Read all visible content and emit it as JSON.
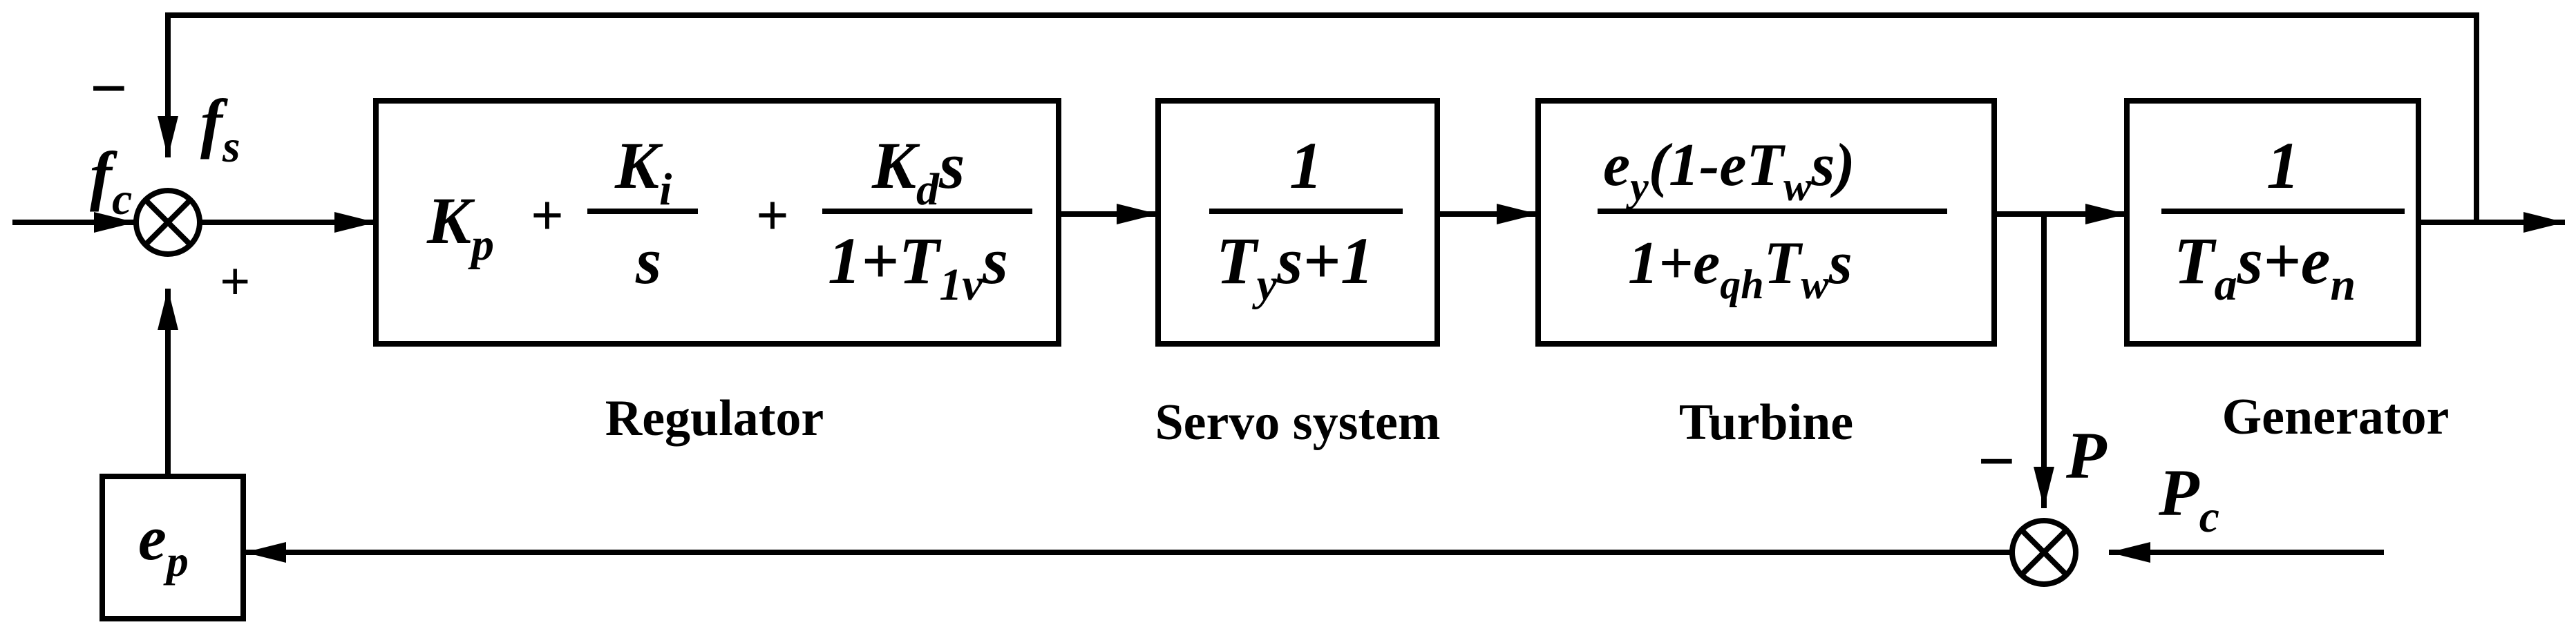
{
  "blocks": {
    "regulator": {
      "caption": "Regulator",
      "kp": "K",
      "kp_sub": "p",
      "plus1": "+",
      "ki": "K",
      "ki_sub": "i",
      "ki_den": "s",
      "plus2": "+",
      "kd": "K",
      "kd_sub": "d",
      "kd_s": "s",
      "kd_den_pre": "1+T",
      "kd_den_sub": "1v",
      "kd_den_post": "s"
    },
    "servo": {
      "caption": "Servo system",
      "num": "1",
      "den_pre": "T",
      "den_sub": "y",
      "den_post": "s+1"
    },
    "turbine": {
      "caption": "Turbine",
      "num_e": "e",
      "num_e_sub": "y",
      "num_mid": "(1-eT",
      "num_w_sub": "w",
      "num_post": "s)",
      "den_pre": "1+e",
      "den_sub1": "qh",
      "den_mid": "T",
      "den_sub2": "w",
      "den_post": "s"
    },
    "generator": {
      "caption": "Generator",
      "num": "1",
      "den_pre": "T",
      "den_sub1": "a",
      "den_mid": "s+e",
      "den_sub2": "n"
    },
    "ep": {
      "label": "e",
      "sub": "p"
    }
  },
  "signals": {
    "fc": "f",
    "fc_sub": "c",
    "fc_sign": "−",
    "fs": "f",
    "fs_sub": "s",
    "plus_sign": "+",
    "p": "P",
    "p_sign": "−",
    "pc": "P",
    "pc_sub": "c"
  }
}
